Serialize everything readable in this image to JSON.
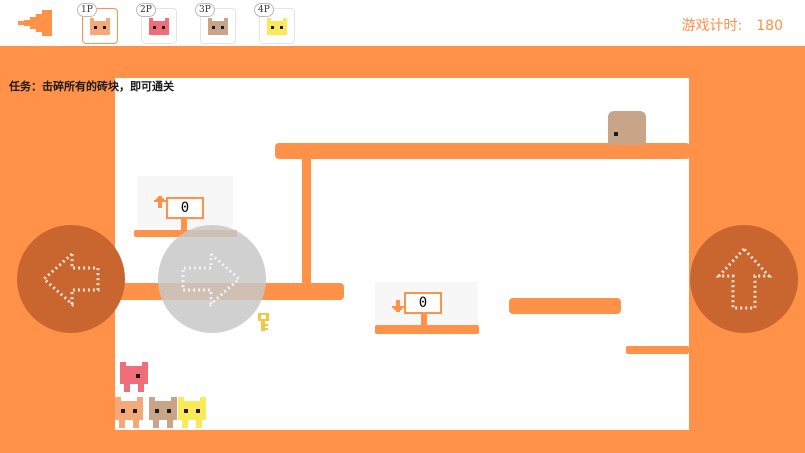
{
  "header": {
    "players": [
      {
        "tag": "1P",
        "color": "#f5a878",
        "selected": true
      },
      {
        "tag": "2P",
        "color": "#f06e7a",
        "selected": false
      },
      {
        "tag": "3P",
        "color": "#c8a488",
        "selected": false
      },
      {
        "tag": "4P",
        "color": "#fbe95a",
        "selected": false
      }
    ],
    "timer_label": "游戏计时:",
    "timer_value": "180"
  },
  "task_text": "任务：击碎所有的砖块，即可通关",
  "level": {
    "switches": [
      {
        "direction": "up",
        "count": "0"
      },
      {
        "direction": "down",
        "count": "0"
      }
    ],
    "characters": [
      "orange-cat",
      "pink-cat",
      "tan-cat",
      "yellow-cat",
      "brown-block"
    ],
    "items": [
      "key-icon"
    ]
  },
  "controls": {
    "left": "left-arrow-icon",
    "right": "right-arrow-icon",
    "jump": "up-arrow-icon"
  },
  "colors": {
    "accent": "#ff9148",
    "orange_cat": "#f5a878",
    "pink_cat": "#f06e7a",
    "tan_cat": "#c8a488",
    "yellow_cat": "#fbe95a",
    "key": "#f2c744",
    "control_dark": "#c9652f",
    "control_gray": "#c8c8c8"
  }
}
